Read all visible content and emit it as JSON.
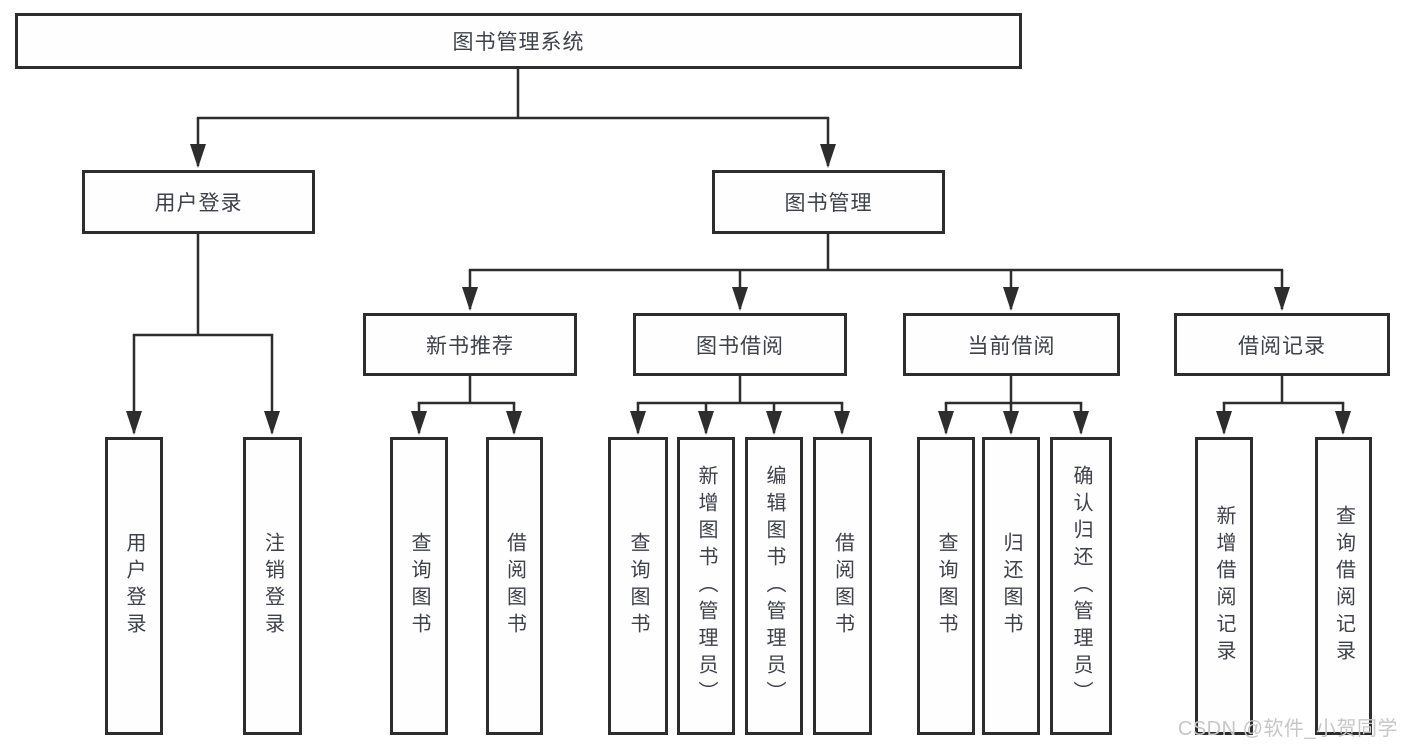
{
  "diagram": {
    "root": {
      "label": "图书管理系统"
    },
    "level2": [
      {
        "label": "用户登录"
      },
      {
        "label": "图书管理"
      }
    ],
    "level3": [
      {
        "label": "新书推荐"
      },
      {
        "label": "图书借阅"
      },
      {
        "label": "当前借阅"
      },
      {
        "label": "借阅记录"
      }
    ],
    "leaves": {
      "user_login": [
        {
          "label": "用户登录"
        },
        {
          "label": "注销登录"
        }
      ],
      "new_book": [
        {
          "label": "查询图书"
        },
        {
          "label": "借阅图书"
        }
      ],
      "book_borrow": [
        {
          "label": "查询图书"
        },
        {
          "label": "新增图书（管理员）"
        },
        {
          "label": "编辑图书（管理员）"
        },
        {
          "label": "借阅图书"
        }
      ],
      "current_borrow": [
        {
          "label": "查询图书"
        },
        {
          "label": "归还图书"
        },
        {
          "label": "确认归还（管理员）"
        }
      ],
      "borrow_record": [
        {
          "label": "新增借阅记录"
        },
        {
          "label": "查询借阅记录"
        }
      ]
    },
    "colors": {
      "line": "#2d2d2d",
      "text": "#3e4148",
      "box_background": "#fefefe",
      "page_background": "#ffffff",
      "watermark": "#c7c7c9"
    }
  },
  "watermark": {
    "text": "CSDN @软件_小贺同学"
  }
}
